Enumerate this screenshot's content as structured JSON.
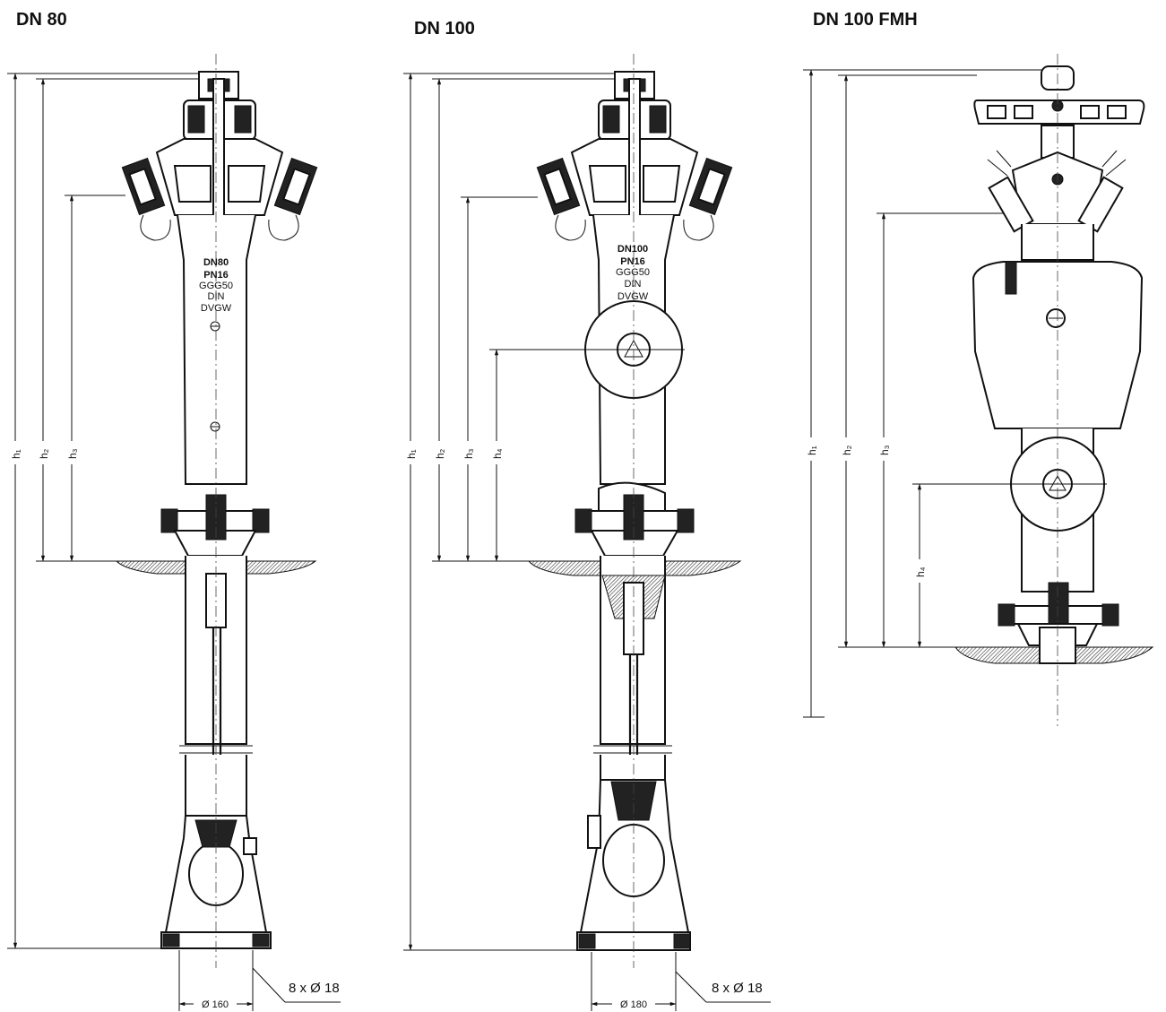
{
  "variants": [
    {
      "title": "DN 80",
      "body_marking": [
        "DN80",
        "PN16",
        "GGG50",
        "DIN",
        "DVGW"
      ],
      "dimension_labels": [
        "h₁",
        "h₂",
        "h₃"
      ],
      "base_diameter": "Ø 160",
      "bolt_holes": "8 x Ø 18"
    },
    {
      "title": "DN 100",
      "body_marking": [
        "DN100",
        "PN16",
        "GGG50",
        "DIN",
        "DVGW"
      ],
      "dimension_labels": [
        "h₁",
        "h₂",
        "h₃",
        "h₄"
      ],
      "base_diameter": "Ø 180",
      "bolt_holes": "8 x Ø 18"
    },
    {
      "title": "DN 100 FMH",
      "dimension_labels": [
        "h₁",
        "h₂",
        "h₃",
        "h₄"
      ]
    }
  ],
  "colors": {
    "line": "#111111",
    "background": "#ffffff"
  }
}
